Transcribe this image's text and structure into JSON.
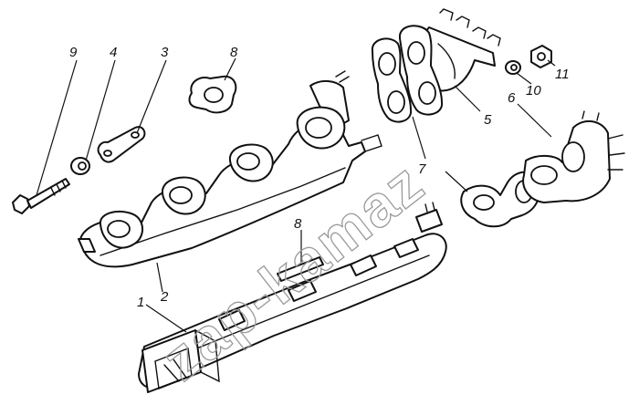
{
  "diagram": {
    "watermark": "zap-kamaz",
    "callouts": [
      {
        "id": "1",
        "label": "1"
      },
      {
        "id": "2",
        "label": "2"
      },
      {
        "id": "3",
        "label": "3"
      },
      {
        "id": "4",
        "label": "4"
      },
      {
        "id": "5",
        "label": "5"
      },
      {
        "id": "6",
        "label": "6"
      },
      {
        "id": "7",
        "label": "7"
      },
      {
        "id": "8a",
        "label": "8"
      },
      {
        "id": "8b",
        "label": "8"
      },
      {
        "id": "9",
        "label": "9"
      },
      {
        "id": "10",
        "label": "10"
      },
      {
        "id": "11",
        "label": "11"
      }
    ]
  },
  "colors": {
    "line": "#111111",
    "watermark": "#9a9a9a",
    "background": "#ffffff"
  }
}
